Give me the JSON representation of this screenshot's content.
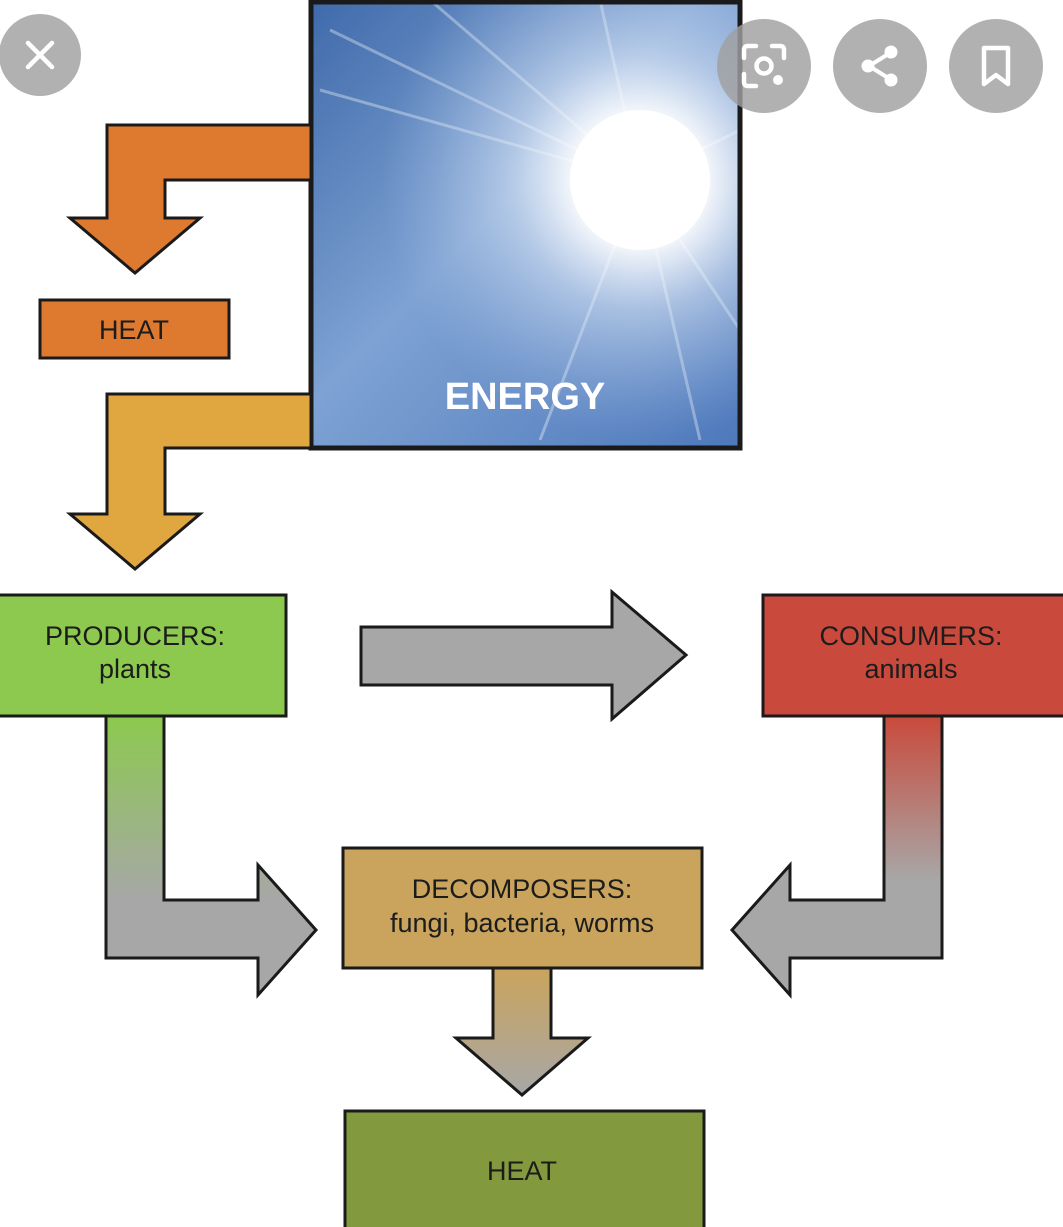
{
  "diagram": {
    "energy": {
      "label": "ENERGY"
    },
    "heat_top": {
      "label": "HEAT"
    },
    "producers": {
      "title": "PRODUCERS:",
      "subtitle": "plants"
    },
    "consumers": {
      "title": "CONSUMERS:",
      "subtitle": "animals"
    },
    "decomposers": {
      "title": "DECOMPOSERS:",
      "subtitle": "fungi, bacteria, worms"
    },
    "heat_bottom": {
      "label": "HEAT"
    }
  },
  "colors": {
    "heat_orange": "#dd7a2f",
    "energy_arrow": "#e0a740",
    "producers_green": "#8cc94e",
    "consumers_red": "#c94a3c",
    "decomposers_tan": "#caa45c",
    "heat_green": "#83993d",
    "gray_arrow": "#a7a7a7",
    "sky_blue": "#5b82c0"
  },
  "toolbar": {
    "close_icon": "close-icon",
    "lens_icon": "lens-icon",
    "share_icon": "share-icon",
    "bookmark_icon": "bookmark-icon"
  }
}
